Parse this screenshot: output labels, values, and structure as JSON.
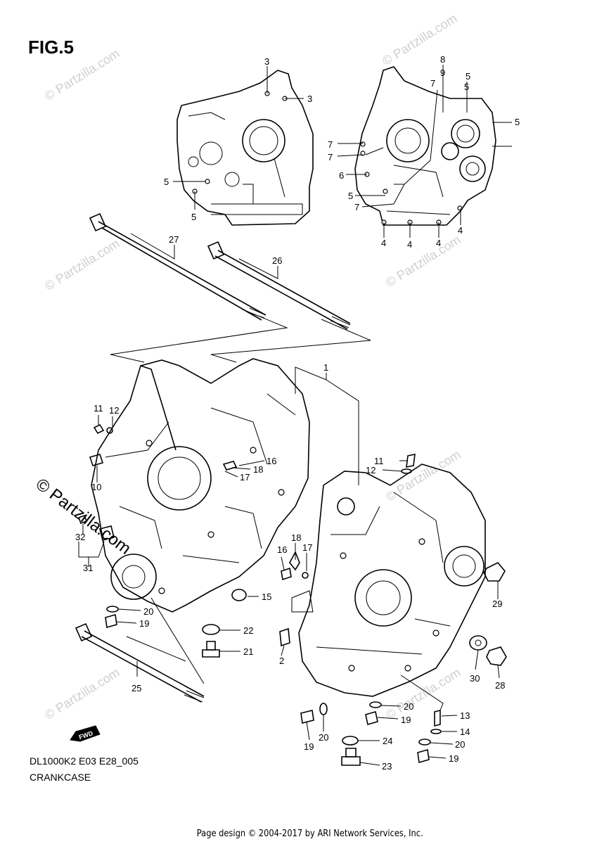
{
  "figure": {
    "title": "FIG.5",
    "model_code": "DL1000K2 E03 E28_005",
    "name": "CRANKCASE"
  },
  "footer": {
    "credit": "Page design © 2004-2017 by ARI Network Services, Inc."
  },
  "watermarks": {
    "main": "© Partzilla.com",
    "faint": "© Partzilla.com"
  },
  "fwd_badge": {
    "text": "FWD"
  },
  "callouts": [
    {
      "id": "3a",
      "text": "3"
    },
    {
      "id": "3b",
      "text": "3"
    },
    {
      "id": "5a",
      "text": "5"
    },
    {
      "id": "5b",
      "text": "5"
    },
    {
      "id": "8",
      "text": "8"
    },
    {
      "id": "9",
      "text": "9"
    },
    {
      "id": "7a",
      "text": "7"
    },
    {
      "id": "5c",
      "text": "5"
    },
    {
      "id": "5d",
      "text": "5"
    },
    {
      "id": "5e",
      "text": "5"
    },
    {
      "id": "7b",
      "text": "7"
    },
    {
      "id": "7c",
      "text": "7"
    },
    {
      "id": "6",
      "text": "6"
    },
    {
      "id": "5f",
      "text": "5"
    },
    {
      "id": "7d",
      "text": "7"
    },
    {
      "id": "4a",
      "text": "4"
    },
    {
      "id": "4b",
      "text": "4"
    },
    {
      "id": "4c",
      "text": "4"
    },
    {
      "id": "4d",
      "text": "4"
    },
    {
      "id": "27",
      "text": "27"
    },
    {
      "id": "26",
      "text": "26"
    },
    {
      "id": "1",
      "text": "1"
    },
    {
      "id": "11a",
      "text": "11"
    },
    {
      "id": "12a",
      "text": "12"
    },
    {
      "id": "10",
      "text": "10"
    },
    {
      "id": "16a",
      "text": "16"
    },
    {
      "id": "18a",
      "text": "18"
    },
    {
      "id": "17a",
      "text": "17"
    },
    {
      "id": "11b",
      "text": "11"
    },
    {
      "id": "12b",
      "text": "12"
    },
    {
      "id": "32",
      "text": "32"
    },
    {
      "id": "31",
      "text": "31"
    },
    {
      "id": "18b",
      "text": "18"
    },
    {
      "id": "16b",
      "text": "16"
    },
    {
      "id": "17b",
      "text": "17"
    },
    {
      "id": "15",
      "text": "15"
    },
    {
      "id": "29",
      "text": "29"
    },
    {
      "id": "20a",
      "text": "20"
    },
    {
      "id": "19a",
      "text": "19"
    },
    {
      "id": "22",
      "text": "22"
    },
    {
      "id": "21",
      "text": "21"
    },
    {
      "id": "2",
      "text": "2"
    },
    {
      "id": "30",
      "text": "30"
    },
    {
      "id": "28",
      "text": "28"
    },
    {
      "id": "25",
      "text": "25"
    },
    {
      "id": "20b",
      "text": "20"
    },
    {
      "id": "19b",
      "text": "19"
    },
    {
      "id": "13",
      "text": "13"
    },
    {
      "id": "14",
      "text": "14"
    },
    {
      "id": "19c",
      "text": "19"
    },
    {
      "id": "20c",
      "text": "20"
    },
    {
      "id": "24",
      "text": "24"
    },
    {
      "id": "20d",
      "text": "20"
    },
    {
      "id": "23",
      "text": "23"
    },
    {
      "id": "19d",
      "text": "19"
    }
  ]
}
